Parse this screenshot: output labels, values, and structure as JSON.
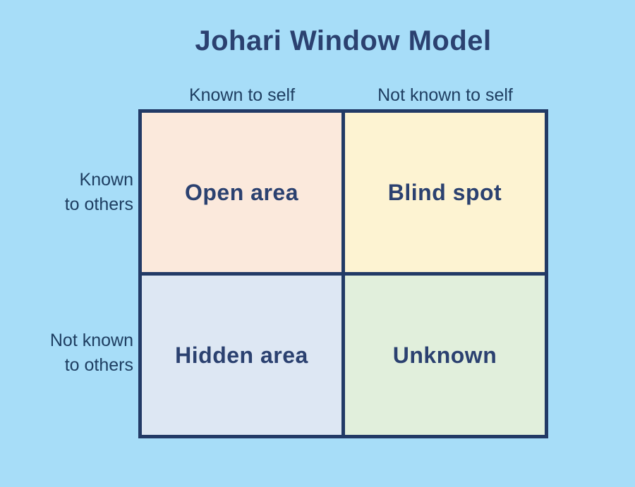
{
  "page": {
    "title": "Johari Window Model",
    "background": "#a7ddf8",
    "title_color": "#2b4170"
  },
  "columns": [
    {
      "label": "Known to self"
    },
    {
      "label": "Not known to self"
    }
  ],
  "rows": [
    {
      "line1": "Known",
      "line2": "to others"
    },
    {
      "line1": "Not known",
      "line2": "to others"
    }
  ],
  "quadrants": [
    {
      "id": "open-area",
      "label": "Open area",
      "color": "#fbe9dc"
    },
    {
      "id": "blind-spot",
      "label": "Blind spot",
      "color": "#fdf3d2"
    },
    {
      "id": "hidden-area",
      "label": "Hidden area",
      "color": "#dde7f3"
    },
    {
      "id": "unknown",
      "label": "Unknown",
      "color": "#e1efdc"
    }
  ],
  "colors": {
    "grid_border": "#223a66",
    "label_text": "#1e3e61",
    "quadrant_text": "#2b4170"
  }
}
